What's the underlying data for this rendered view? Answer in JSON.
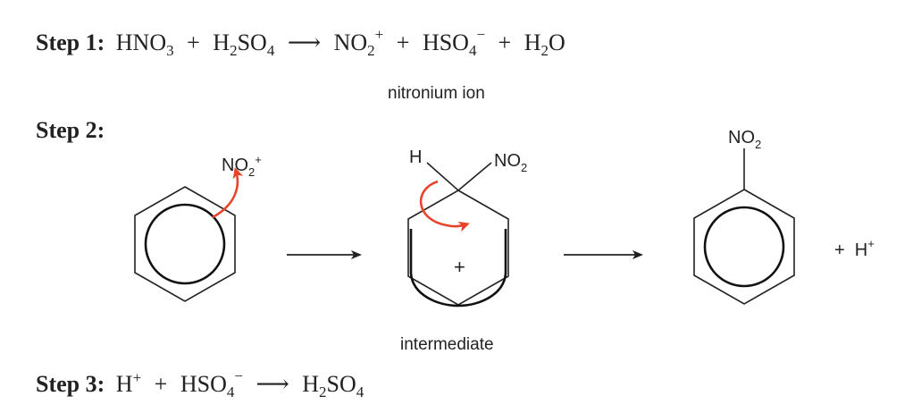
{
  "steps": {
    "step1": {
      "label": "Step 1:",
      "reactant1": "HNO",
      "reactant1_sub": "3",
      "plus1": "+",
      "reactant2_a": "H",
      "reactant2_sub1": "2",
      "reactant2_b": "SO",
      "reactant2_sub2": "4",
      "arrow": "⟶",
      "product1": "NO",
      "product1_sub": "2",
      "product1_sup": "+",
      "plus2": "+",
      "product2": "HSO",
      "product2_sub": "4",
      "product2_sup": "−",
      "plus3": "+",
      "product3_a": "H",
      "product3_sub": "2",
      "product3_b": "O",
      "caption": "nitronium ion"
    },
    "step2": {
      "label": "Step 2:",
      "electrophile": "NO",
      "electrophile_sub": "2",
      "electrophile_sup": "+",
      "intermediate_h": "H",
      "intermediate_no2": "NO",
      "intermediate_no2_sub": "2",
      "intermediate_charge": "+",
      "intermediate_caption": "intermediate",
      "product_no2": "NO",
      "product_no2_sub": "2",
      "byproduct": "+  H",
      "byproduct_sup": "+"
    },
    "step3": {
      "label": "Step 3:",
      "reactant1": "H",
      "reactant1_sup": "+",
      "plus": "+",
      "reactant2": "HSO",
      "reactant2_sub": "4",
      "reactant2_sup": "−",
      "arrow": "⟶",
      "product_a": "H",
      "product_sub1": "2",
      "product_b": "SO",
      "product_sub2": "4"
    }
  },
  "colors": {
    "ink": "#222222",
    "curly_arrow": "#e8442c"
  }
}
